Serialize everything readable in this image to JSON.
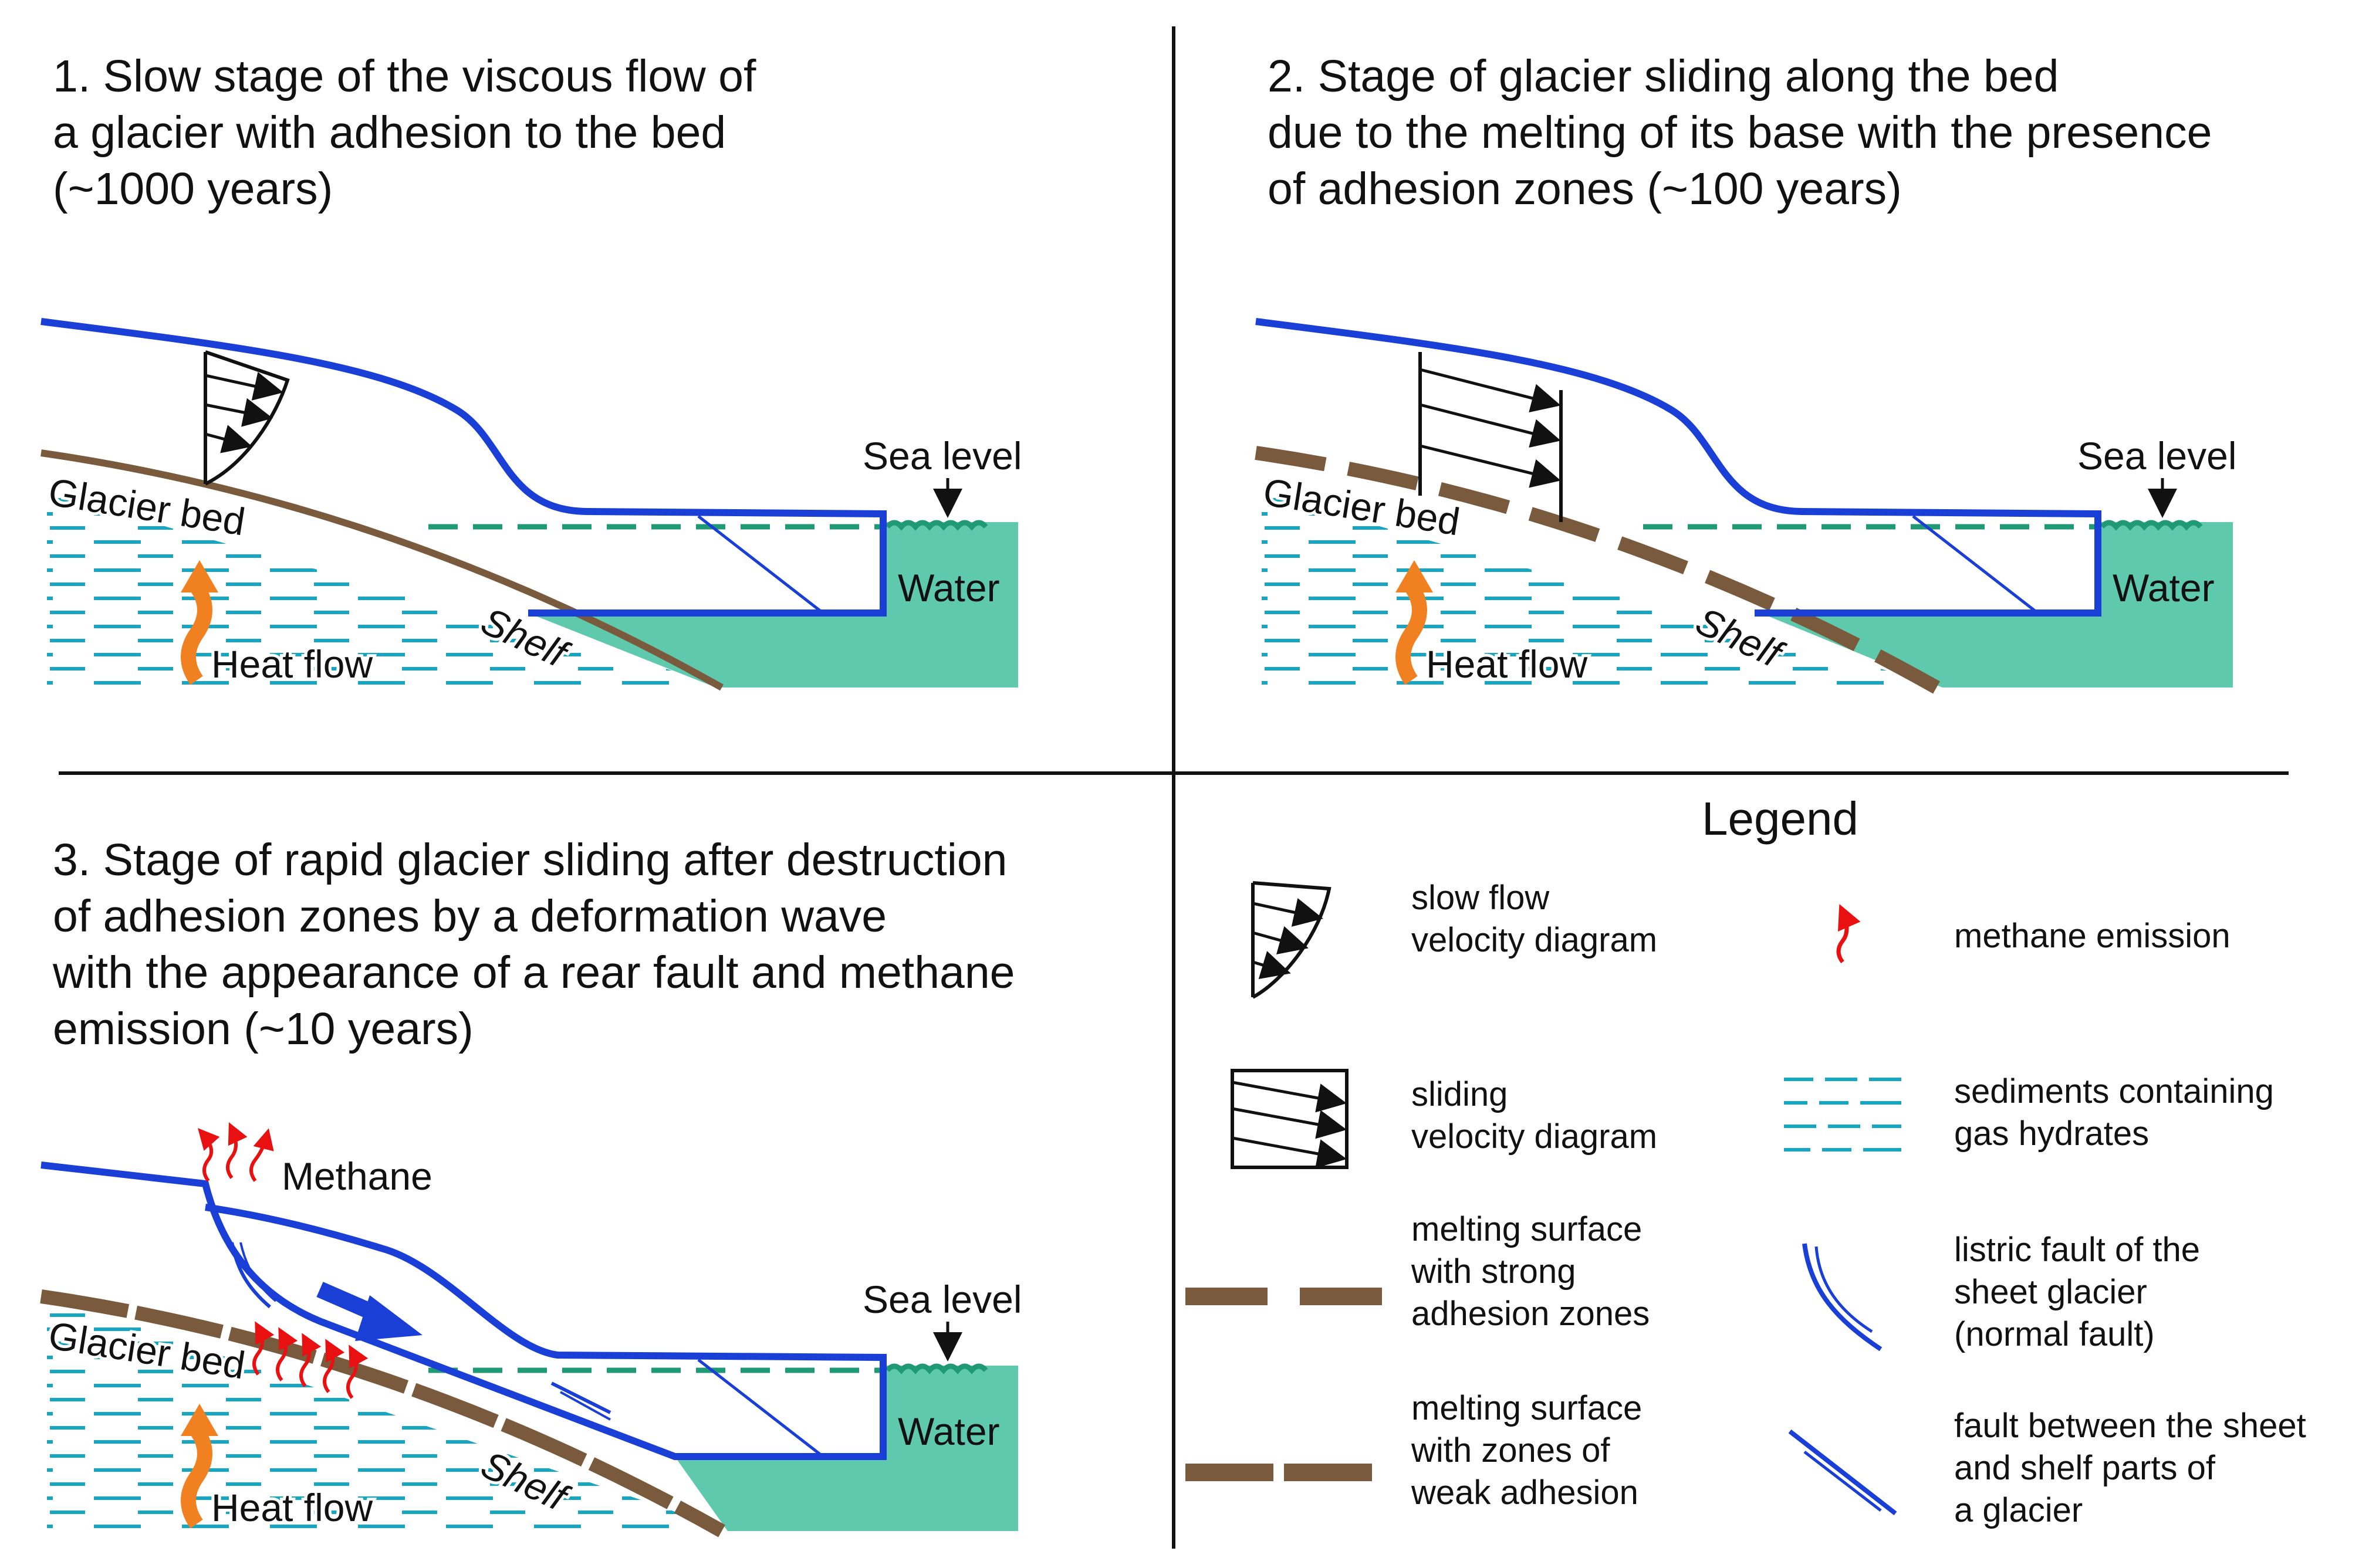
{
  "panels": [
    {
      "title": "1. Slow stage of the viscous flow of\na glacier with adhesion to the bed\n(~1000 years)"
    },
    {
      "title": "2. Stage of glacier sliding along the bed\ndue to the melting of its base with the presence\nof adhesion zones (~100 years)"
    },
    {
      "title": "3. Stage of rapid glacier sliding after destruction\nof adhesion zones by a deformation wave\nwith the appearance of a rear fault and methane\nemission (~10 years)"
    }
  ],
  "labels": {
    "sea_level": "Sea level",
    "water": "Water",
    "glacier_bed": "Glacier bed",
    "shelf": "Shelf",
    "heat_flow": "Heat flow",
    "methane": "Methane"
  },
  "legend": {
    "title": "Legend",
    "items": [
      {
        "label": "slow flow\nvelocity diagram",
        "icon": "slow-flow-velocity-icon"
      },
      {
        "label": "methane emission",
        "icon": "methane-emission-icon"
      },
      {
        "label": "sliding\nvelocity diagram",
        "icon": "sliding-velocity-icon"
      },
      {
        "label": "sediments containing\ngas hydrates",
        "icon": "sediments-icon"
      },
      {
        "label": "melting surface\nwith strong\nadhesion zones",
        "icon": "strong-adhesion-icon"
      },
      {
        "label": "listric fault of the\nsheet glacier\n(normal fault)",
        "icon": "listric-fault-icon"
      },
      {
        "label": "melting surface\nwith zones of\nweak adhesion",
        "icon": "weak-adhesion-icon"
      },
      {
        "label": "fault between the sheet\nand shelf parts of\na glacier",
        "icon": "sheet-shelf-fault-icon"
      }
    ]
  },
  "colors": {
    "glacier_outline": "#1a3fd6",
    "sediment_dash": "#14a6c2",
    "water": "#5fc9ae",
    "sea_level_dash": "#1f9a74",
    "bed": "#7a5a3c",
    "heat_flow": "#f08020",
    "methane": "#e81010",
    "divider": "#111111"
  }
}
